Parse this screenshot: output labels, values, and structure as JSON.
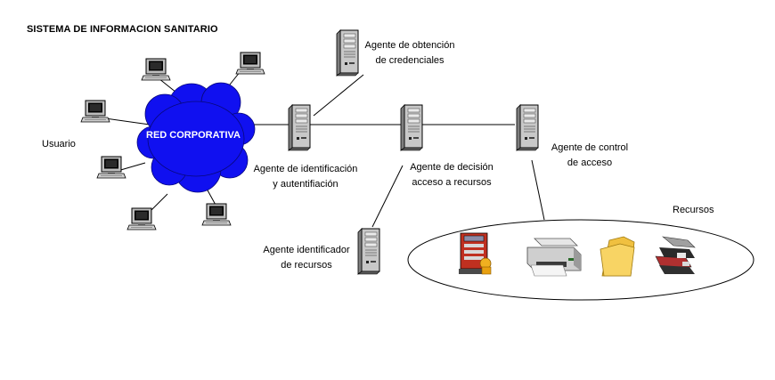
{
  "title": "SISTEMA DE INFORMACION SANITARIO",
  "network": {
    "label": "RED CORPORATIVA"
  },
  "users_label": "Usuario",
  "agents": {
    "credenciales": {
      "line1": "Agente de obtención",
      "line2": "de credenciales"
    },
    "identificacion": {
      "line1": "Agente de identificación",
      "line2": "y  autentifiación"
    },
    "decision": {
      "line1": "Agente de decisión",
      "line2": "acceso a recursos"
    },
    "control": {
      "line1": "Agente de control",
      "line2": "de acceso"
    },
    "identificador": {
      "line1": "Agente identificador",
      "line2": "de recursos"
    }
  },
  "resources": {
    "label": "Recursos",
    "items": [
      "database-icon",
      "printer-icon",
      "folder-icon",
      "software-box-icon"
    ]
  },
  "colors": {
    "cloud": "#1010f0",
    "cloud_text": "#ffffff",
    "server": "#c8c8c8",
    "line": "#000000"
  }
}
